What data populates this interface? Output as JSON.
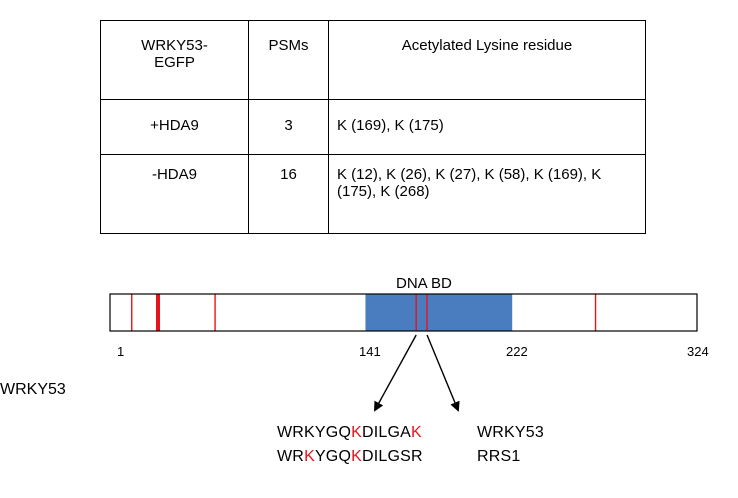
{
  "table": {
    "headers": [
      "WRKY53-\nEGFP",
      "PSMs",
      "Acetylated Lysine residue"
    ],
    "rows": [
      {
        "label": "+HDA9",
        "psms": "3",
        "residues": "K (169), K (175)"
      },
      {
        "label": "-HDA9",
        "psms": "16",
        "residues": "K (12), K (26), K (27), K (58),  K (169), K (175), K (268)"
      }
    ]
  },
  "protein": {
    "name": "WRKY53",
    "domain_label": "DNA BD",
    "length": 324,
    "domain_range": [
      141,
      222
    ],
    "ticks": [
      "1",
      "141",
      "222",
      "324"
    ],
    "acetylation_sites": [
      12,
      26,
      27,
      58,
      169,
      175,
      268
    ],
    "colors": {
      "domain": "#4a7cc0",
      "site": "#e8141c"
    }
  },
  "sequences": [
    {
      "seq_parts": [
        "WRKYGQ",
        "K",
        "DILGA",
        "K"
      ],
      "name": "WRKY53"
    },
    {
      "seq_parts": [
        "WR",
        "K",
        "YGQ",
        "K",
        "DILGSR"
      ],
      "name": "RRS1"
    }
  ]
}
